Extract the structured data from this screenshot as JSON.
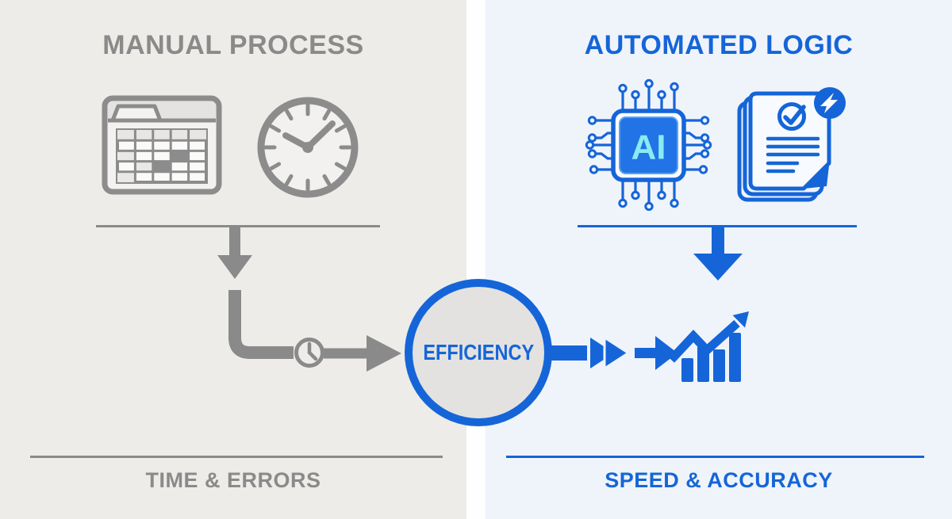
{
  "left_panel": {
    "title": "MANUAL PROCESS",
    "caption": "TIME & ERRORS",
    "accent_color": "#8A8A8A",
    "background": "#EDECE9",
    "icons": [
      "spreadsheet-folder-icon",
      "clock-icon",
      "small-clock-icon",
      "down-arrow",
      "elbow-connector",
      "right-arrow"
    ]
  },
  "right_panel": {
    "title": "AUTOMATED LOGIC",
    "caption": "SPEED & ACCURACY",
    "accent_color": "#1565D8",
    "background": "#EFF4FB",
    "chip_label": "AI",
    "icons": [
      "ai-chip-icon",
      "documents-check-icon",
      "lightning-badge-icon",
      "down-arrow",
      "fast-forward-arrows",
      "growth-chart-icon"
    ]
  },
  "center": {
    "label": "EFFICIENCY",
    "circle_fill": "#E3E2E0",
    "circle_border": "#1565D8"
  },
  "colors": {
    "gray": "#8A8A8A",
    "blue": "#1565D8",
    "chip_fill": "#2173E6",
    "chip_text": "#8BEAF2",
    "divider": "#FDFEFD"
  }
}
